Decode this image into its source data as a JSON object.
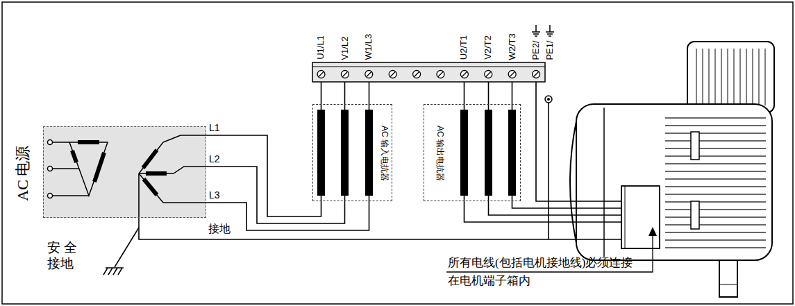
{
  "diagram": {
    "nodes": [
      {
        "text": [
          "AC 电源"
        ]
      },
      {
        "text": [
          "AC 输入电抗器"
        ]
      },
      {
        "text": [
          "AC 输出电抗器"
        ]
      }
    ],
    "edges": [
      {
        "from": 0,
        "to": 1,
        "arrow": "none"
      }
    ],
    "labels": [
      "L1",
      "L2",
      "L3",
      "安 全 接地",
      "接地",
      "U1/L1",
      "V1/L2",
      "W1/L3",
      "U2/T1",
      "V2/T2",
      "W2/T3",
      "PE2/",
      "PE1/",
      "所有电线(包括电机接地线)必须连接在电机端子箱内"
    ]
  }
}
